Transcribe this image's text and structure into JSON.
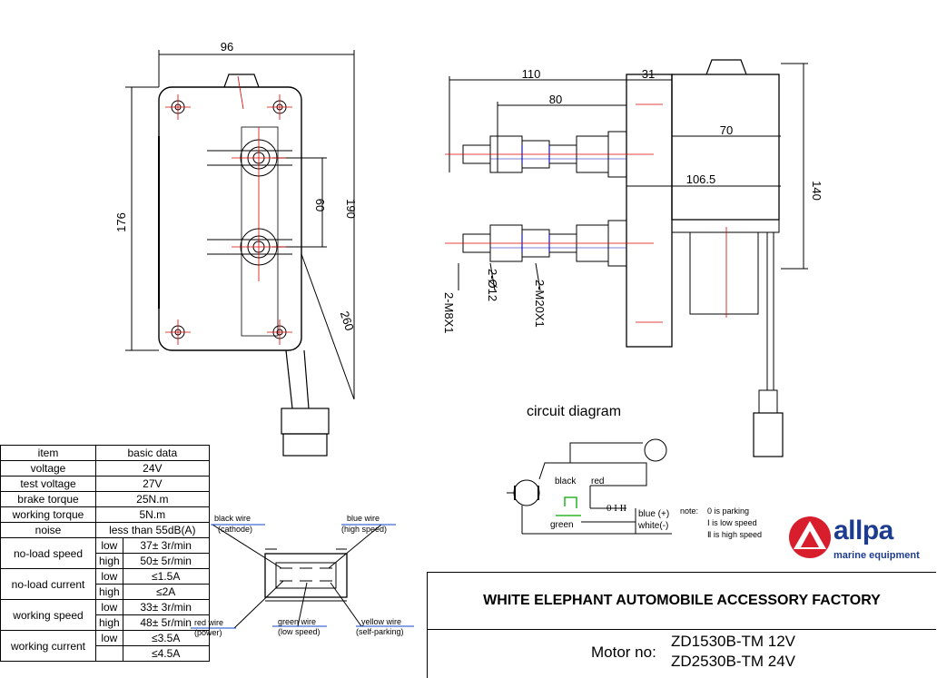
{
  "dimensions": {
    "width_96": "96",
    "height_176": "176",
    "height_190": "190",
    "spacing_60": "60",
    "length_260": "260",
    "length_110": "110",
    "length_80": "80",
    "width_31": "31",
    "diameter_70": "70",
    "length_106_5": "106.5",
    "height_140": "140",
    "thread_m8": "2-M8X1",
    "hole_12": "2-Ø12",
    "thread_m20": "2-M20X1"
  },
  "circuit": {
    "title": "circuit diagram",
    "black": "black",
    "red": "red",
    "green": "green",
    "blue": "blue (+)",
    "white": "white(-)",
    "switch_positions": "0 I II",
    "note_label": "note:",
    "note_0": "0  is parking",
    "note_1": "Ⅰ  is low speed",
    "note_2": "Ⅱ  is high speed"
  },
  "connector": {
    "black_wire": "black wire",
    "black_wire_sub": "(cathode)",
    "blue_wire": "blue wire",
    "blue_wire_sub": "(high speed)",
    "red_wire": "red wire",
    "red_wire_sub": "(power)",
    "green_wire": "green wire",
    "green_wire_sub": "(low speed)",
    "yellow_wire": "yellow wire",
    "yellow_wire_sub": "(self-parking)"
  },
  "spec_table": {
    "header": {
      "item": "item",
      "basic": "basic data"
    },
    "voltage": {
      "label": "voltage",
      "value": "24V"
    },
    "test_voltage": {
      "label": "test voltage",
      "value": "27V"
    },
    "brake_torque": {
      "label": "brake torque",
      "value": "25N.m"
    },
    "working_torque": {
      "label": "working torque",
      "value": "5N.m"
    },
    "noise": {
      "label": "noise",
      "value": "less than 55dB(A)"
    },
    "noload_speed": {
      "label": "no-load speed",
      "low": "low",
      "low_value": "37± 3r/min",
      "high": "high",
      "high_value": "50± 5r/min"
    },
    "noload_current": {
      "label": "no-load current",
      "low": "low",
      "low_value": "≤1.5A",
      "high": "high",
      "high_value": "≤2A"
    },
    "working_speed": {
      "label": "working speed",
      "low": "low",
      "low_value": "33± 3r/min",
      "high": "high",
      "high_value": "48± 5r/min"
    },
    "working_current": {
      "label": "working current",
      "low": "low",
      "low_value": "≤3.5A",
      "high": "",
      "high_value": "≤4.5A"
    }
  },
  "title_block": {
    "factory": "WHITE ELEPHANT AUTOMOBILE ACCESSORY FACTORY",
    "motor_label": "Motor no:",
    "motor_12v": "ZD1530B-TM 12V",
    "motor_24v": "ZD2530B-TM 24V"
  },
  "brand": {
    "name": "allpa",
    "tagline": "marine equipment",
    "color": "#1d3c8f",
    "logo_color": "#d81e2c"
  }
}
